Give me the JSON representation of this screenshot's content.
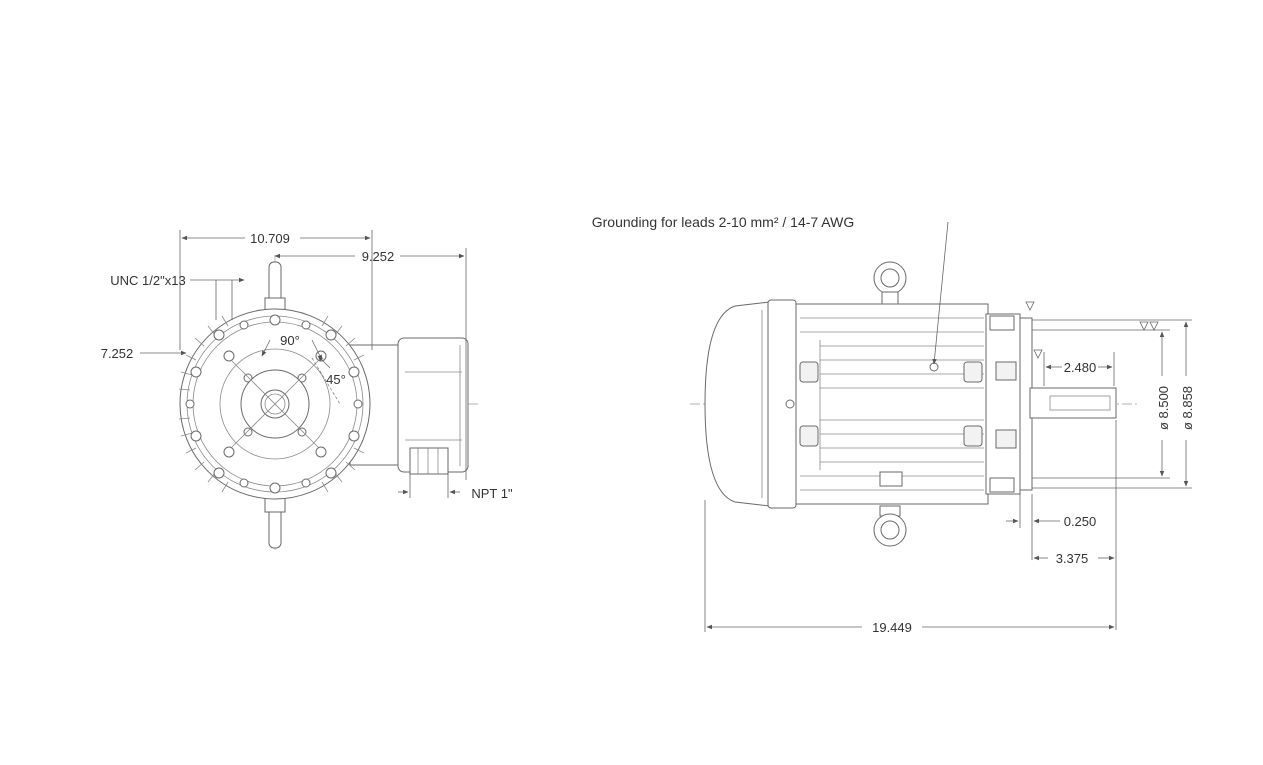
{
  "notes": {
    "grounding": "Grounding for leads 2-10 mm² / 14-7 AWG"
  },
  "front_view": {
    "dim_width": "10.709",
    "dim_height_to_box": "9.252",
    "dim_foot_height": "7.252",
    "thread_label": "UNC 1/2\"x13",
    "angle_90": "90°",
    "angle_45": "45°",
    "conduit_label": "NPT 1\""
  },
  "side_view": {
    "dim_shaft_length": "2.480",
    "dim_pilot_diameter": "ø 8.500",
    "dim_flange_diameter": "ø 8.858",
    "dim_pilot_depth": "0.250",
    "dim_shaft_extension": "3.375",
    "dim_overall_length": "19.449"
  },
  "colors": {
    "line": "#6a6a6a",
    "text": "#333333",
    "background": "#ffffff"
  }
}
